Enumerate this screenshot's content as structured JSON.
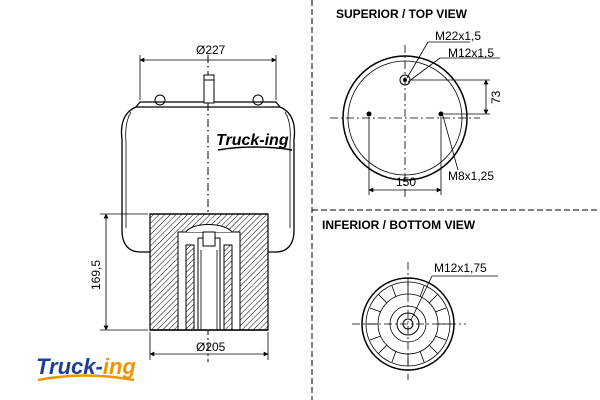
{
  "section_titles": {
    "top_view": "SUPERIOR / TOP VIEW",
    "bottom_view": "INFERIOR / BOTTOM VIEW"
  },
  "side_view_dimensions": {
    "top_diameter": "Ø227",
    "bottom_diameter": "Ø205",
    "height": "169,5"
  },
  "top_view_labels": {
    "thread_air": "M22x1,5",
    "thread_center": "M12x1,5",
    "offset": "73",
    "bolt_spacing": "150",
    "bolt_thread": "M8x1,25"
  },
  "bottom_view_labels": {
    "thread": "M12x1,75"
  },
  "brand": {
    "logo_main": "Truck-",
    "logo_suffix": "ing",
    "color_blue": "#1c3f94",
    "color_orange": "#f29400"
  }
}
